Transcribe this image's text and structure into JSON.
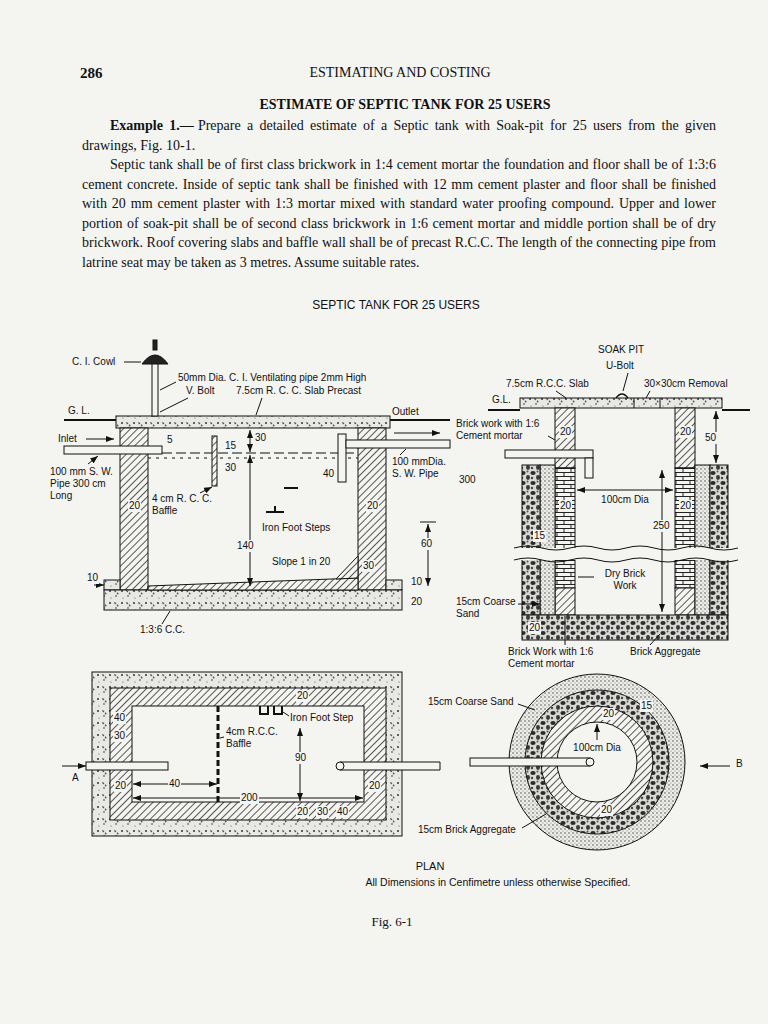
{
  "diagram": {
    "title": "ESTIMATE OF SEPTIC TANK FOR 25 USERS",
    "caption": "Fig. 6-1",
    "labels": [
      "286",
      "ESTIMATING AND COSTING",
      "Example 1.—",
      "Prepare a detailed estimate of a Septic tank with Soak-pit for 25 users from the given drawings, Fig. 10-1.",
      "Septic tank shall be of first class brickwork in 1:4 cement mortar the foundation and floor shall be of 1:3:6 cement concrete. Inside of septic tank shall be finished with 12 mm cement plaster and floor shall be finished with 20 mm cement plaster with 1:3 mortar mixed with standard water proofing compound. Upper and lower portion of soak-pit shall be of second class brickwork in 1:6 cement mortar and middle portion shall be of dry brickwork. Roof covering slabs and baffle wall shall be of precast R.C.C. The length of the connecting pipe from latrine seat may be taken as 3 metres. Assume suitable rates.",
      "SEPTIC TANK FOR 25 USERS",
      "C. I. Cowl",
      "50mm Dia. C. I. Ventilating pipe 2mm High",
      "V. Bolt",
      "7.5cm R. C. C. Slab Precast",
      "G. L.",
      "Inlet",
      "5",
      "30",
      "15",
      "Outlet",
      "30",
      "40",
      "100 mm S. W. Pipe 300 cm Long",
      "100 mmDia. S. W. Pipe",
      "300",
      "20",
      "4 cm R. C. C. Baffle",
      "20",
      "Iron Foot Steps",
      "140",
      "60",
      "30",
      "Slope 1 in 20",
      "10",
      "10",
      "20",
      "1:3:6 C.C.",
      "SOAK PIT",
      "U-Bolt",
      "7.5cm R.C.C. Slab",
      "30×30cm Removal",
      "G.L.",
      "Brick work with 1:6 Cement mortar",
      "20",
      "20",
      "50",
      "20",
      "100cm Dia",
      "20",
      "250",
      "15",
      "Dry Brick Work",
      "15cm Coarse Sand",
      "20",
      "Brick Work with 1:6 Cement mortar",
      "Brick Aggregate",
      "40",
      "30",
      "20",
      "Iron Foot Step",
      "4cm R.C.C. Baffle",
      "A",
      "40",
      "90",
      "20",
      "200",
      "20",
      "20",
      "30",
      "40",
      "15cm Coarse Sand",
      "20",
      "15",
      "100cm Dia",
      "B",
      "20",
      "15cm Brick Aggregate",
      "PLAN",
      "All Dimensions in Cenfimetre unless otherwise Specified."
    ]
  }
}
